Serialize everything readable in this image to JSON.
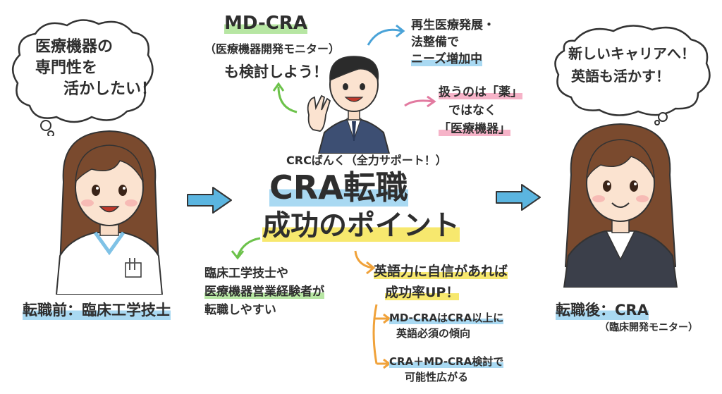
{
  "left_bubble": {
    "line1": "医療機器の",
    "line2": "専門性を",
    "line3": "活かしたい！"
  },
  "right_bubble": {
    "line1": "新しいキャリアへ！",
    "line2": "英語も活かす！"
  },
  "before_label": "転職前：臨床工学技士",
  "after_label": "転職後：CRA",
  "after_sub": "（臨床開発モニター）",
  "center": {
    "tagline": "CRCばんく（全力サポート！）",
    "title_line1": "CRA転職",
    "title_line2": "成功のポイント"
  },
  "md_cra": {
    "line1": "MD-CRA",
    "line2": "（医療機器開発モニター）",
    "line3": "も検討しよう！"
  },
  "regen": {
    "line1": "再生医療発展・",
    "line2": "法整備で",
    "line3": "ニーズ増加中"
  },
  "drug": {
    "line1": "扱うのは「薬」",
    "line2": "ではなく",
    "line3": "「医療機器」"
  },
  "easy": {
    "line1": "臨床工学技士や",
    "line2": "医療機器営業経験者が",
    "line3": "転職しやすい"
  },
  "english": {
    "line1": "英語力に自信があれば",
    "line2": "成功率UP！"
  },
  "sub1": {
    "line1": "MD-CRAはCRA以上に",
    "line2": "英語必須の傾向"
  },
  "sub2": {
    "line1": "CRA＋MD-CRA検討で",
    "line2": "可能性広がる"
  },
  "colors": {
    "blue_highlight": "#a9d9f2",
    "green_highlight": "#b7e6a3",
    "yellow_highlight": "#f7e86e",
    "pink_highlight": "#f6b3c8",
    "arrow_blue": "#5bb5e0"
  }
}
